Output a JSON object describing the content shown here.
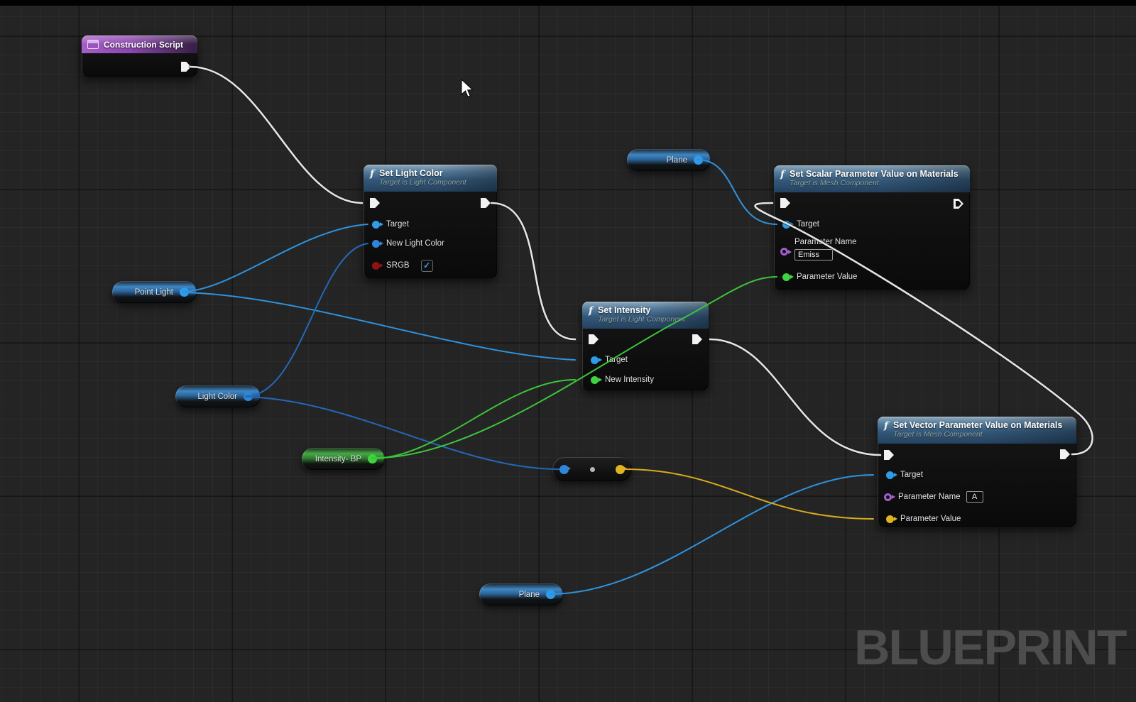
{
  "app": {
    "watermark": "BLUEPRINT"
  },
  "colors": {
    "background": "#242424",
    "exec_wire": "#e8e8e8",
    "object_pin": "#2f9bea",
    "linear_color_pin": "#2f86d8",
    "float_pin": "#3fd43f",
    "bool_pin": "#8f1313",
    "name_pin": "#a35fd0",
    "vector_pin": "#e0b420",
    "function_header": "#34587a",
    "event_header": "#8c47b0"
  },
  "nodes": {
    "construction_script": {
      "title": "Construction Script"
    },
    "set_light_color": {
      "title": "Set Light Color",
      "subtitle": "Target is Light Component",
      "pins": {
        "target": "Target",
        "new_light_color": "New Light Color",
        "srgb": "SRGB"
      },
      "srgb_checked": "✓"
    },
    "plane_top": {
      "title": "Plane"
    },
    "set_scalar_param": {
      "title": "Set Scalar Parameter Value on Materials",
      "subtitle": "Target is Mesh Component",
      "pins": {
        "target": "Target",
        "parameter_name": "Parameter Name",
        "parameter_value": "Parameter Value"
      },
      "parameter_name_value": "Emiss"
    },
    "set_intensity": {
      "title": "Set Intensity",
      "subtitle": "Target is Light Component",
      "pins": {
        "target": "Target",
        "new_intensity": "New Intensity"
      }
    },
    "point_light": {
      "title": "Point Light"
    },
    "light_color": {
      "title": "Light Color"
    },
    "intensity_bp": {
      "title": "Intensity- BP"
    },
    "set_vector_param": {
      "title": "Set Vector Parameter Value on Materials",
      "subtitle": "Target is Mesh Component",
      "pins": {
        "target": "Target",
        "parameter_name": "Parameter Name",
        "parameter_value": "Parameter Value"
      },
      "parameter_name_value": "A"
    },
    "plane_bottom": {
      "title": "Plane"
    }
  }
}
